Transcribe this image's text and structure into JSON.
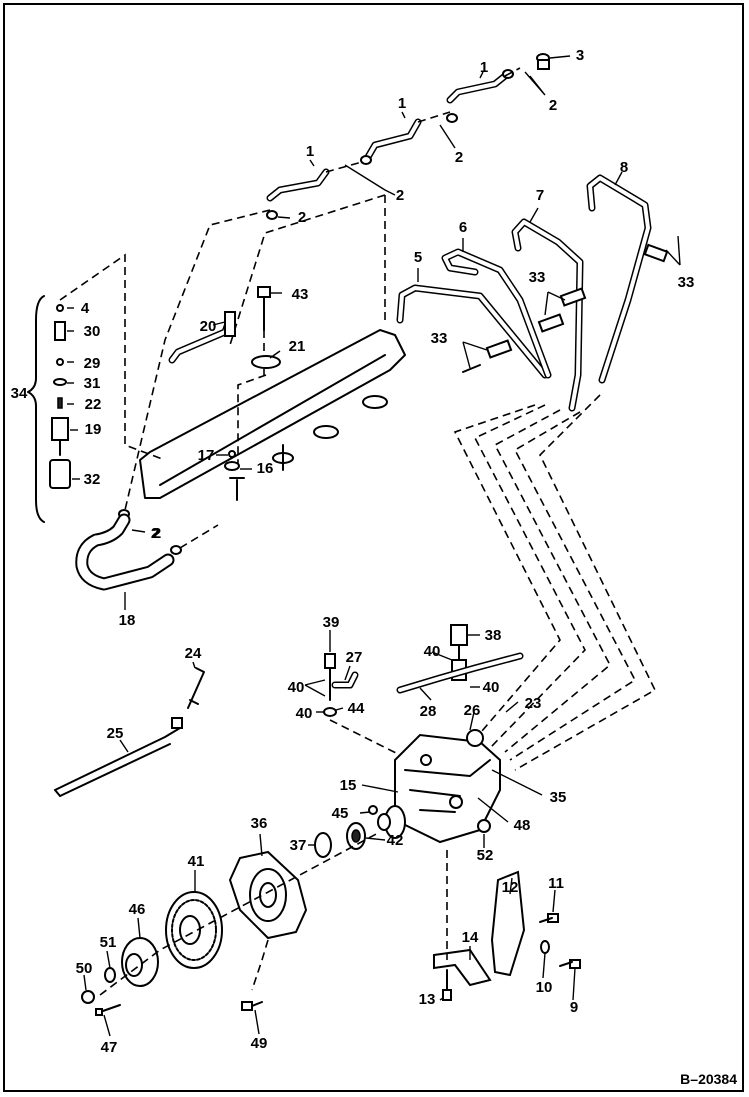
{
  "drawing": {
    "id": "B–20384"
  },
  "callouts": [
    {
      "n": "1"
    },
    {
      "n": "1"
    },
    {
      "n": "1"
    },
    {
      "n": "2"
    },
    {
      "n": "2"
    },
    {
      "n": "2"
    },
    {
      "n": "2"
    },
    {
      "n": "2"
    },
    {
      "n": "2"
    },
    {
      "n": "3"
    },
    {
      "n": "4"
    },
    {
      "n": "5"
    },
    {
      "n": "6"
    },
    {
      "n": "7"
    },
    {
      "n": "8"
    },
    {
      "n": "9"
    },
    {
      "n": "10"
    },
    {
      "n": "11"
    },
    {
      "n": "12"
    },
    {
      "n": "13"
    },
    {
      "n": "14"
    },
    {
      "n": "15"
    },
    {
      "n": "16"
    },
    {
      "n": "17"
    },
    {
      "n": "18"
    },
    {
      "n": "19"
    },
    {
      "n": "20"
    },
    {
      "n": "21"
    },
    {
      "n": "22"
    },
    {
      "n": "23"
    },
    {
      "n": "24"
    },
    {
      "n": "25"
    },
    {
      "n": "26"
    },
    {
      "n": "27"
    },
    {
      "n": "28"
    },
    {
      "n": "29"
    },
    {
      "n": "30"
    },
    {
      "n": "31"
    },
    {
      "n": "32"
    },
    {
      "n": "33"
    },
    {
      "n": "33"
    },
    {
      "n": "33"
    },
    {
      "n": "34"
    },
    {
      "n": "35"
    },
    {
      "n": "36"
    },
    {
      "n": "37"
    },
    {
      "n": "38"
    },
    {
      "n": "39"
    },
    {
      "n": "40"
    },
    {
      "n": "40"
    },
    {
      "n": "40"
    },
    {
      "n": "40"
    },
    {
      "n": "41"
    },
    {
      "n": "42"
    },
    {
      "n": "43"
    },
    {
      "n": "44"
    },
    {
      "n": "45"
    },
    {
      "n": "46"
    },
    {
      "n": "47"
    },
    {
      "n": "48"
    },
    {
      "n": "49"
    },
    {
      "n": "50"
    },
    {
      "n": "51"
    },
    {
      "n": "52"
    }
  ]
}
